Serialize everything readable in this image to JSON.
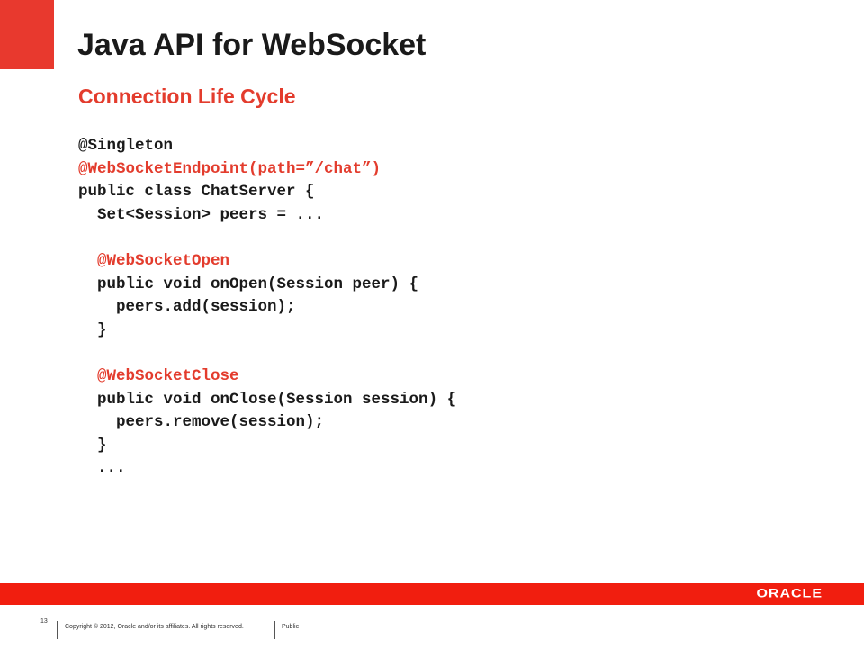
{
  "slide": {
    "title": "Java API for WebSocket",
    "subtitle": "Connection Life Cycle",
    "code_lines": [
      {
        "text": "@Singleton",
        "annotation": false
      },
      {
        "text": "@WebSocketEndpoint(path=”/chat”)",
        "annotation": true
      },
      {
        "text": "public class ChatServer {",
        "annotation": false
      },
      {
        "text": "  Set<Session> peers = ...",
        "annotation": false
      },
      {
        "text": "",
        "annotation": false
      },
      {
        "text": "  @WebSocketOpen",
        "annotation": true
      },
      {
        "text": "  public void onOpen(Session peer) {",
        "annotation": false
      },
      {
        "text": "    peers.add(session);",
        "annotation": false
      },
      {
        "text": "  }",
        "annotation": false
      },
      {
        "text": "",
        "annotation": false
      },
      {
        "text": "  @WebSocketClose",
        "annotation": true
      },
      {
        "text": "  public void onClose(Session session) {",
        "annotation": false
      },
      {
        "text": "    peers.remove(session);",
        "annotation": false
      },
      {
        "text": "  }",
        "annotation": false
      },
      {
        "text": "  ...",
        "annotation": false
      }
    ]
  },
  "brand": {
    "logo_text": "ORACLE",
    "accent_color": "#e8392e",
    "bar_color": "#f11e0f"
  },
  "footer": {
    "page_number": "13",
    "copyright": "Copyright © 2012, Oracle and/or its affiliates. All rights reserved.",
    "classification": "Public"
  }
}
